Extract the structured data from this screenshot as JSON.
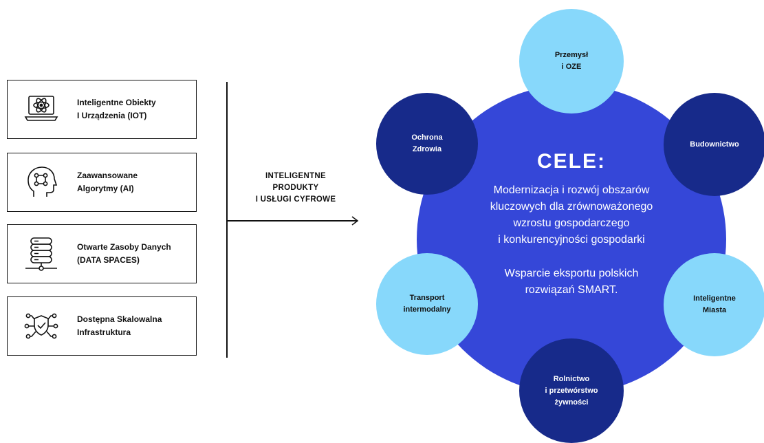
{
  "boxes": [
    {
      "label": "Inteligentne Obiekty\nI Urządzenia (IOT)",
      "icon": "laptop-atom-icon"
    },
    {
      "label": "Zaawansowane\nAlgorytmy (AI)",
      "icon": "head-circuit-icon"
    },
    {
      "label": "Otwarte Zasoby Danych\n(DATA SPACES)",
      "icon": "database-server-icon"
    },
    {
      "label": "Dostępna Skalowalna\nInfrastruktura",
      "icon": "shield-network-icon"
    }
  ],
  "flow_label": "INTELIGENTNE\nPRODUKTY\nI USŁUGI CYFROWE",
  "center": {
    "title": "CELE:",
    "text": "Modernizacja i rozwój obszarów\nkluczowych dla zrównoważonego\nwzrostu gospodarczego\ni konkurencyjności gospodarki",
    "text2": "Wsparcie eksportu polskich\nrozwiązań SMART."
  },
  "nodes": [
    {
      "label": "Przemysł\ni OZE",
      "style": "light"
    },
    {
      "label": "Budownictwo",
      "style": "dark"
    },
    {
      "label": "Inteligentne\nMiasta",
      "style": "light"
    },
    {
      "label": "Rolnictwo\ni przetwórstwo\nżywności",
      "style": "dark"
    },
    {
      "label": "Transport\nintermodalny",
      "style": "light"
    },
    {
      "label": "Ochrona\nZdrowia",
      "style": "dark"
    }
  ],
  "colors": {
    "center": "#3547d8",
    "node_light": "#87d8fb",
    "node_dark": "#172a8a",
    "line": "#111111"
  }
}
